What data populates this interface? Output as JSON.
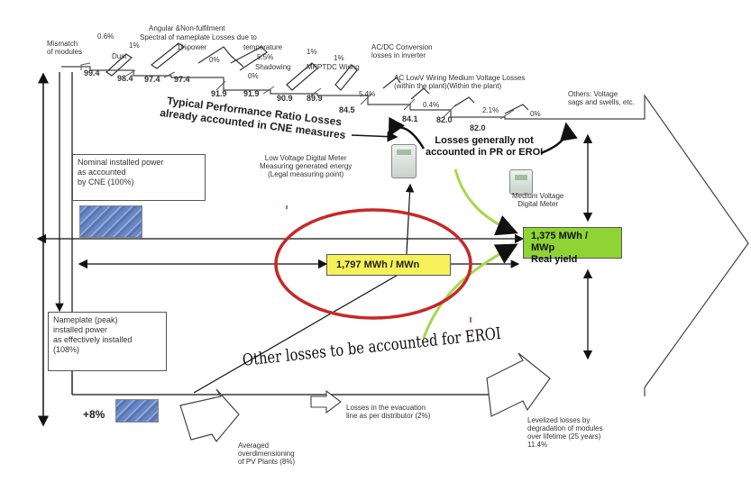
{
  "top_labels": {
    "mismatch": "Mismatch\nof modules",
    "mismatch_pct": "0.6%",
    "dust_pct": "1%",
    "dust": "Dust",
    "angular": "Angular &Non-fulfilment",
    "spectral": "Spectral of nameplate Losses due to",
    "spectral2": "1%power",
    "temperature": "temperature",
    "angular_pct": "0%",
    "shadowing_pct": "5.5%",
    "shadowing": "Shadowing",
    "shadowing_pct2": "0%",
    "mpptdc_pct": "1%",
    "mpptdc_pct2": "1%",
    "mpptdc": "MPPTDC Wiring",
    "acdc": "AC/DC Conversion\nlosses in inverter",
    "acdc_pct": "5.4%",
    "aclow": "AC LowV Wiring Medium Voltage Losses\n(within the plant)(Within the plant)",
    "aclow_pct": "0.4%",
    "mv_pct": "2.1%",
    "others": "Others: Voltage\nsags and swells, etc.",
    "others_pct": "0%"
  },
  "pr_values": [
    "99.4",
    "98.4",
    "97.4",
    "97.4",
    "91.9",
    "91.9",
    "90.9",
    "89.9",
    "84.5",
    "84.1",
    "82.0",
    "82.0"
  ],
  "captions": {
    "typical_pr": "Typical Performance Ratio Losses\nalready accounted in CNE measures",
    "losses_not": "Losses generally not\naccounted in PR or  EROI",
    "low_voltage_meter": "Low Voltage Digital Meter\nMeasuring generated energy\n(Legal measuring point)",
    "medium_voltage_meter": "Medium  Voltage\nDigital Meter",
    "nominal": "Nominal installed power\nas accounted\nby CNE (100%)",
    "nameplate": "Nameplate (peak)\ninstalled power\nas effectively installed\n(108%)",
    "yellow_value": "1,797 MWh / MWn",
    "green_value": "1,375 MWh / MWp\nReal yield",
    "other_losses": "Other losses to be accounted for EROI",
    "plus8": "+8%",
    "evacuation": "Losses in the evacuation\nline as per distributor (2%)",
    "averaged": "Averaged\noverdimensioning\nof PV Plants (8%)",
    "levelized": "Levelized losses by\ndegradation of modules\nover lifetime (25 years)\n11.4%"
  },
  "colors": {
    "yellow": "#f6f15a",
    "green": "#8fd434",
    "ellipse": "#c62828",
    "light_green_arrow": "#a6d94a"
  }
}
